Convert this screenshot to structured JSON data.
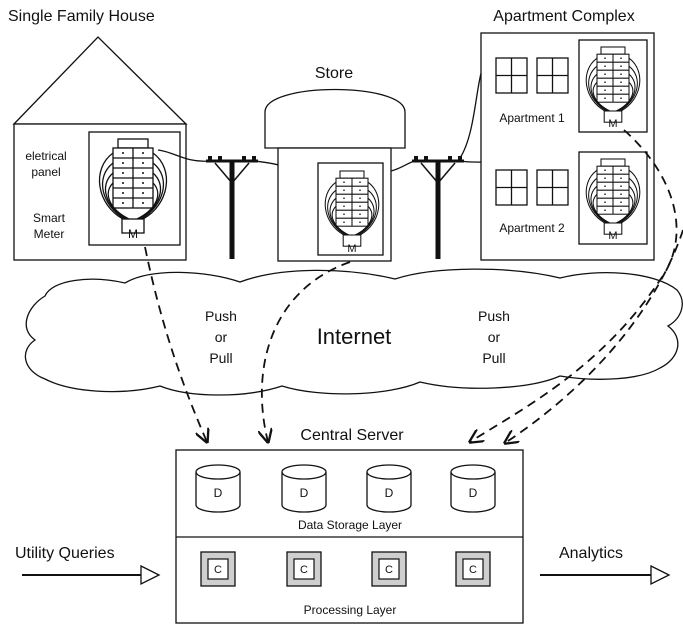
{
  "labels": {
    "house_title": "Single Family House",
    "store_title": "Store",
    "apartment_title": "Apartment Complex",
    "electrical_panel_line1": "eletrical",
    "electrical_panel_line2": "panel",
    "smart_meter_line1": "Smart",
    "smart_meter_line2": "Meter",
    "apartment1": "Apartment 1",
    "apartment2": "Apartment 2",
    "meter_letter": "M",
    "internet": "Internet",
    "push": "Push",
    "or": "or",
    "pull": "Pull",
    "central_server": "Central Server",
    "data_storage_layer": "Data Storage Layer",
    "processing_layer": "Processing Layer",
    "storage_letter": "D",
    "compute_letter": "C",
    "utility_queries": "Utility Queries",
    "analytics": "Analytics"
  },
  "storage_units": [
    "D",
    "D",
    "D",
    "D"
  ],
  "compute_units": [
    "C",
    "C",
    "C",
    "C"
  ]
}
